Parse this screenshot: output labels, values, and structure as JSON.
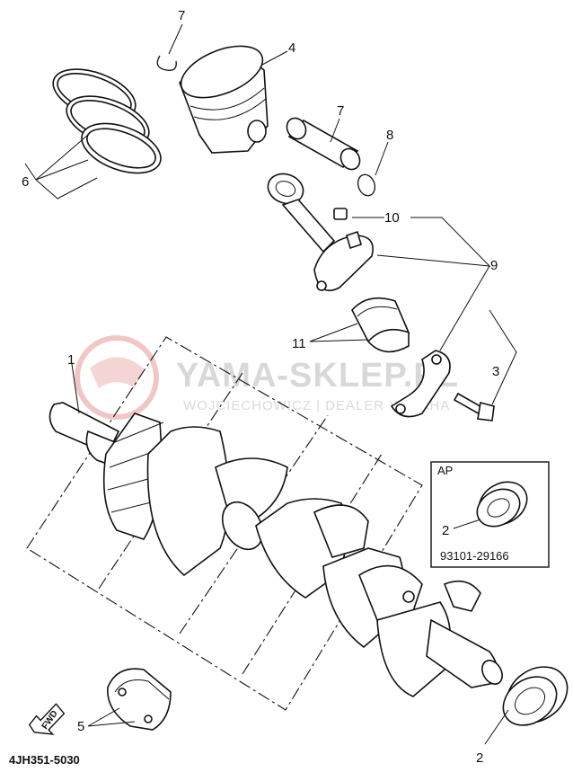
{
  "diagram": {
    "callouts": [
      {
        "id": "c1",
        "text": "1"
      },
      {
        "id": "c2a",
        "text": "2"
      },
      {
        "id": "c2b",
        "text": "2"
      },
      {
        "id": "c3",
        "text": "3"
      },
      {
        "id": "c4",
        "text": "4"
      },
      {
        "id": "c5",
        "text": "5"
      },
      {
        "id": "c6",
        "text": "6"
      },
      {
        "id": "c7a",
        "text": "7"
      },
      {
        "id": "c7b",
        "text": "7"
      },
      {
        "id": "c8",
        "text": "8"
      },
      {
        "id": "c9",
        "text": "9"
      },
      {
        "id": "c10",
        "text": "10"
      },
      {
        "id": "c11",
        "text": "11"
      }
    ],
    "ap_box": {
      "title": "AP",
      "part_number": "93101-29166"
    },
    "drawing_number": "4JH351-5030",
    "fwd_label": "FWD",
    "watermark": {
      "brand": "YAMA-SKLEP.PL",
      "line2": "WOJCIECHOWICZ | DEALER YAMAHA"
    }
  }
}
